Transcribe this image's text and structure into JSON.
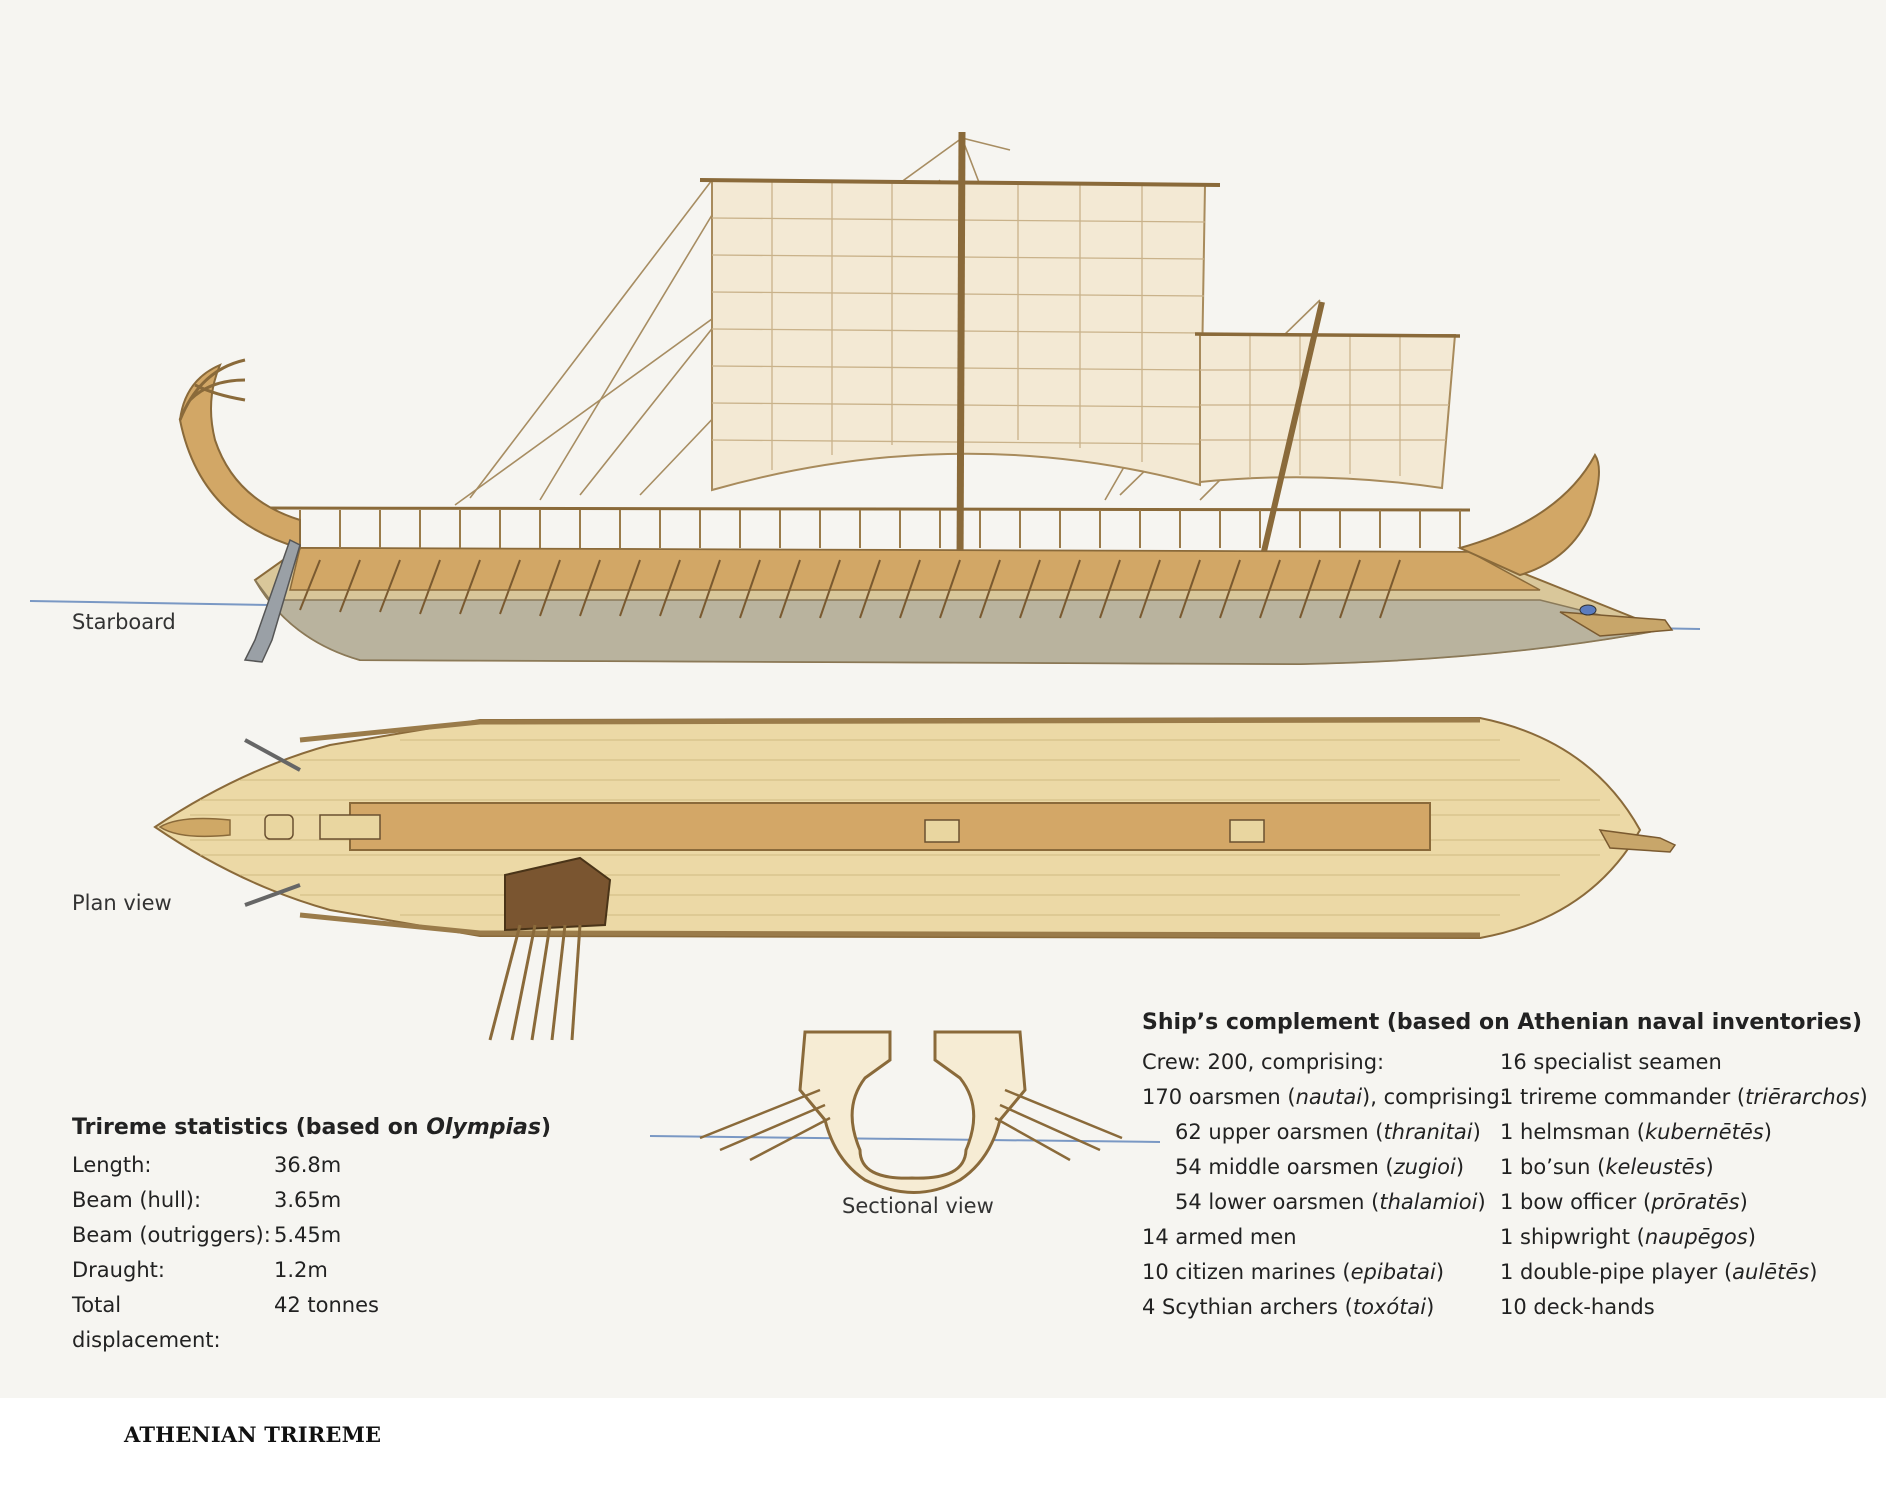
{
  "labels": {
    "starboard": "Starboard",
    "plan_view": "Plan view",
    "sectional_view": "Sectional view"
  },
  "stats": {
    "title_prefix": "Trireme statistics (based on ",
    "title_em": "Olympias",
    "title_suffix": ")",
    "rows": [
      {
        "k": "Length:",
        "v": "36.8m"
      },
      {
        "k": "Beam (hull):",
        "v": "3.65m"
      },
      {
        "k": "Beam (outriggers):",
        "v": "5.45m"
      },
      {
        "k": "Draught:",
        "v": "1.2m"
      },
      {
        "k": "Total displacement:",
        "v": "42 tonnes"
      }
    ]
  },
  "complement": {
    "title": "Ship’s complement (based on Athenian naval inventories)",
    "col1": [
      {
        "pre": "Crew: 200, comprising:",
        "em": "",
        "post": ""
      },
      {
        "pre": "170 oarsmen (",
        "em": "nautai",
        "post": "), comprising:"
      },
      {
        "pre": "62 upper oarsmen (",
        "em": "thranitai",
        "post": ")",
        "indent": true
      },
      {
        "pre": "54 middle oarsmen (",
        "em": "zugioi",
        "post": ")",
        "indent": true
      },
      {
        "pre": "54 lower oarsmen (",
        "em": "thalamioi",
        "post": ")",
        "indent": true
      },
      {
        "pre": "14 armed men",
        "em": "",
        "post": ""
      },
      {
        "pre": "10 citizen marines (",
        "em": "epibatai",
        "post": ")"
      },
      {
        "pre": "4 Scythian archers (",
        "em": "toxótai",
        "post": ")"
      }
    ],
    "col2": [
      {
        "pre": "16 specialist seamen",
        "em": "",
        "post": ""
      },
      {
        "pre": "1 trireme commander (",
        "em": "triērarchos",
        "post": ")"
      },
      {
        "pre": "1 helmsman (",
        "em": "kubernētēs",
        "post": ")"
      },
      {
        "pre": "1 bo’sun (",
        "em": "keleustēs",
        "post": ")"
      },
      {
        "pre": "1 bow officer (",
        "em": "prōratēs",
        "post": ")"
      },
      {
        "pre": "1 shipwright (",
        "em": "naupēgos",
        "post": ")"
      },
      {
        "pre": "1 double-pipe player (",
        "em": "aulētēs",
        "post": ")"
      },
      {
        "pre": "10 deck-hands",
        "em": "",
        "post": ""
      }
    ]
  },
  "caption": "ATHENIAN TRIREME",
  "colors": {
    "wood_dark": "#a07a3c",
    "wood_light": "#e8d29c",
    "sail": "#f3e9d4",
    "hull_bottom": "#b8b39c",
    "water": "#6f8fbf"
  }
}
